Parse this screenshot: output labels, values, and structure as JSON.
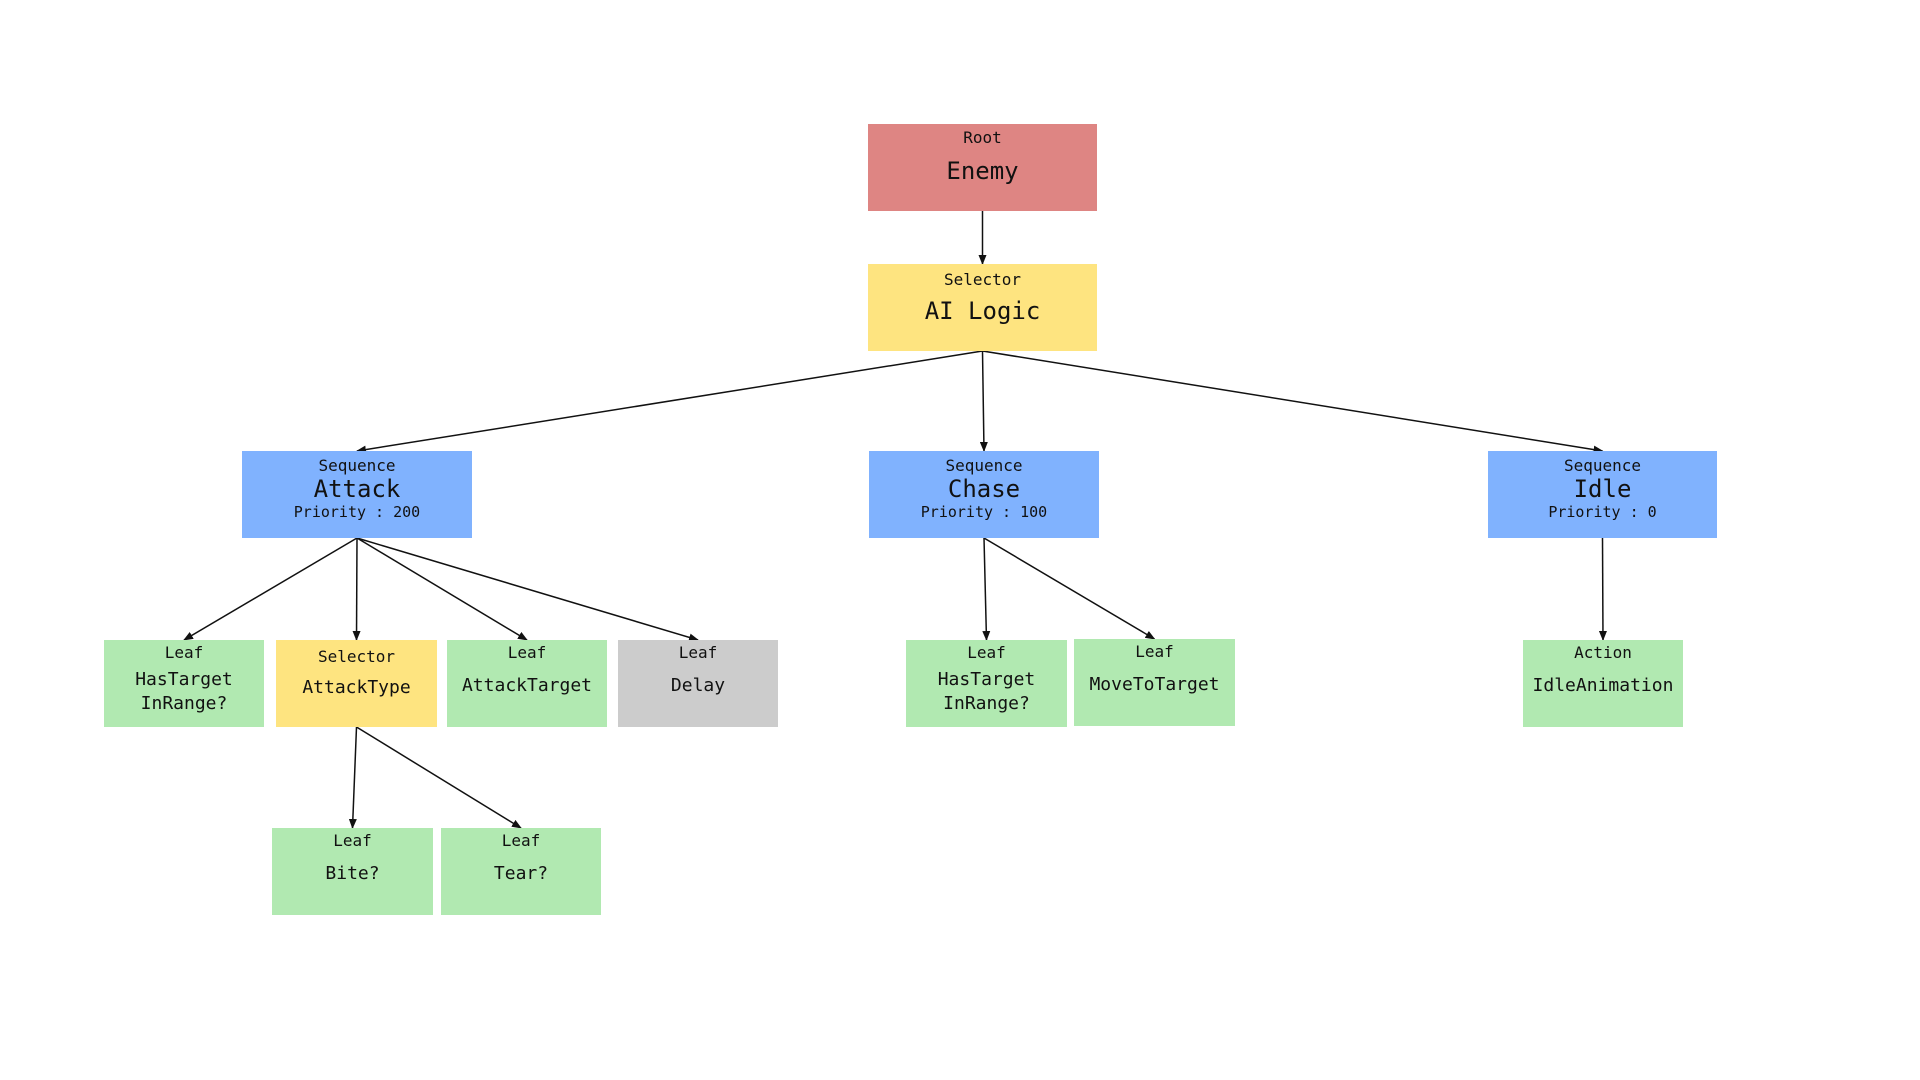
{
  "colors": {
    "root": "#de8583",
    "selector": "#fee480",
    "sequence": "#80b2fe",
    "leaf": "#b1e9b1",
    "inactive": "#cccccc",
    "edge": "#111111"
  },
  "diagram": {
    "nodes": {
      "root": {
        "kind": "Root",
        "label": "Enemy",
        "color": "#de8583"
      },
      "ai_logic": {
        "kind": "Selector",
        "label": "AI Logic",
        "color": "#fee480"
      },
      "attack": {
        "kind": "Sequence",
        "label": "Attack",
        "priority": "Priority : 200",
        "color": "#80b2fe"
      },
      "chase": {
        "kind": "Sequence",
        "label": "Chase",
        "priority": "Priority : 100",
        "color": "#80b2fe"
      },
      "idle": {
        "kind": "Sequence",
        "label": "Idle",
        "priority": "Priority : 0",
        "color": "#80b2fe"
      },
      "attack_has_target": {
        "kind": "Leaf",
        "label": "HasTarget\nInRange?",
        "color": "#b1e9b1"
      },
      "attack_type": {
        "kind": "Selector",
        "label": "AttackType",
        "color": "#fee480"
      },
      "attack_target": {
        "kind": "Leaf",
        "label": "AttackTarget",
        "color": "#b1e9b1"
      },
      "delay": {
        "kind": "Leaf",
        "label": "Delay",
        "color": "#cccccc"
      },
      "bite": {
        "kind": "Leaf",
        "label": "Bite?",
        "color": "#b1e9b1"
      },
      "tear": {
        "kind": "Leaf",
        "label": "Tear?",
        "color": "#b1e9b1"
      },
      "chase_has_target": {
        "kind": "Leaf",
        "label": "HasTarget\nInRange?",
        "color": "#b1e9b1"
      },
      "move_to_target": {
        "kind": "Leaf",
        "label": "MoveToTarget",
        "color": "#b1e9b1"
      },
      "idle_animation": {
        "kind": "Action",
        "label": "IdleAnimation",
        "color": "#b1e9b1"
      }
    }
  }
}
